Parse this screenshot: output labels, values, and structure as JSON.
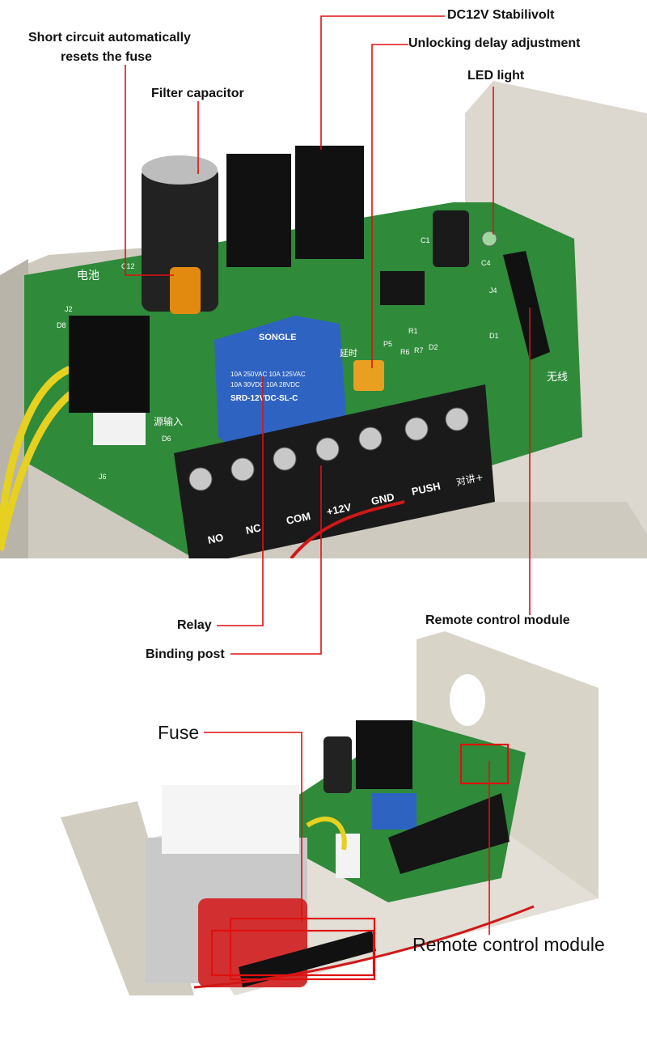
{
  "top_labels": {
    "short_circuit_line1": "Short circuit automatically",
    "short_circuit_line2": "resets the fuse",
    "filter_capacitor": "Filter capacitor",
    "dc12v": "DC12V Stabilivolt",
    "unlocking_delay": "Unlocking delay adjustment",
    "led_light": "LED light",
    "relay": "Relay",
    "binding_post": "Binding post",
    "remote_control_top": "Remote control module"
  },
  "board_text": {
    "relay_brand": "SONGLE",
    "relay_model": "SRD-12VDC-SL-C",
    "relay_rating1": "10A 250VAC  10A 125VAC",
    "relay_rating2": "10A 30VDC   10A 28VDC",
    "terminal_labels": [
      "NO",
      "NC",
      "COM",
      "+12V",
      "GND",
      "PUSH",
      "对讲+"
    ],
    "battery": "电池",
    "power_input": "源输入",
    "delay": "延时",
    "wireless": "无线",
    "components": [
      "C12",
      "J2",
      "D8",
      "D6",
      "J6",
      "C1",
      "C4",
      "J4",
      "R1",
      "R6",
      "R7",
      "D2",
      "P5",
      "D1"
    ]
  },
  "bottom_labels": {
    "fuse": "Fuse",
    "remote_control_bottom": "Remote control module"
  },
  "colors": {
    "pcb": "#2f8a3a",
    "metal": "#d9d4c8",
    "relay": "#2f63c2",
    "annotation_line": "#e01010"
  }
}
